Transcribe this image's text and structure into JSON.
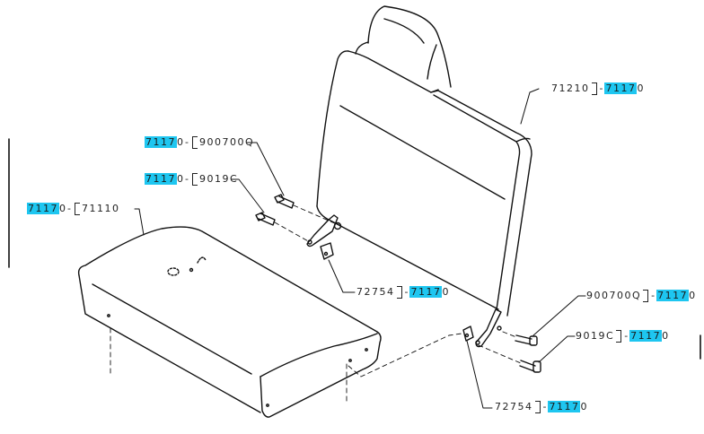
{
  "diagram": {
    "type": "exploded-parts-diagram",
    "subject": "seat assembly",
    "highlight_color": "#1ec6f0",
    "callouts": [
      {
        "id": "seat-back",
        "part": "71210",
        "ref": "71170",
        "ref_highlight": "7117",
        "ref_tail": "0"
      },
      {
        "id": "bolt-upper-left",
        "part": "900700Q",
        "ref": "71170",
        "ref_highlight": "7117",
        "ref_tail": "0"
      },
      {
        "id": "bolt-lower-left",
        "part": "9019C",
        "ref": "71170",
        "ref_highlight": "7117",
        "ref_tail": "0"
      },
      {
        "id": "seat-cushion",
        "part": "71110",
        "ref": "71170",
        "ref_highlight": "7117",
        "ref_tail": "0"
      },
      {
        "id": "bracket-left",
        "part": "72754",
        "ref": "71170",
        "ref_highlight": "7117",
        "ref_tail": "0"
      },
      {
        "id": "bolt-upper-right",
        "part": "900700Q",
        "ref": "71170",
        "ref_highlight": "7117",
        "ref_tail": "0"
      },
      {
        "id": "bolt-lower-right",
        "part": "9019C",
        "ref": "71170",
        "ref_highlight": "7117",
        "ref_tail": "0"
      },
      {
        "id": "bracket-right",
        "part": "72754",
        "ref": "71170",
        "ref_highlight": "7117",
        "ref_tail": "0"
      }
    ]
  }
}
